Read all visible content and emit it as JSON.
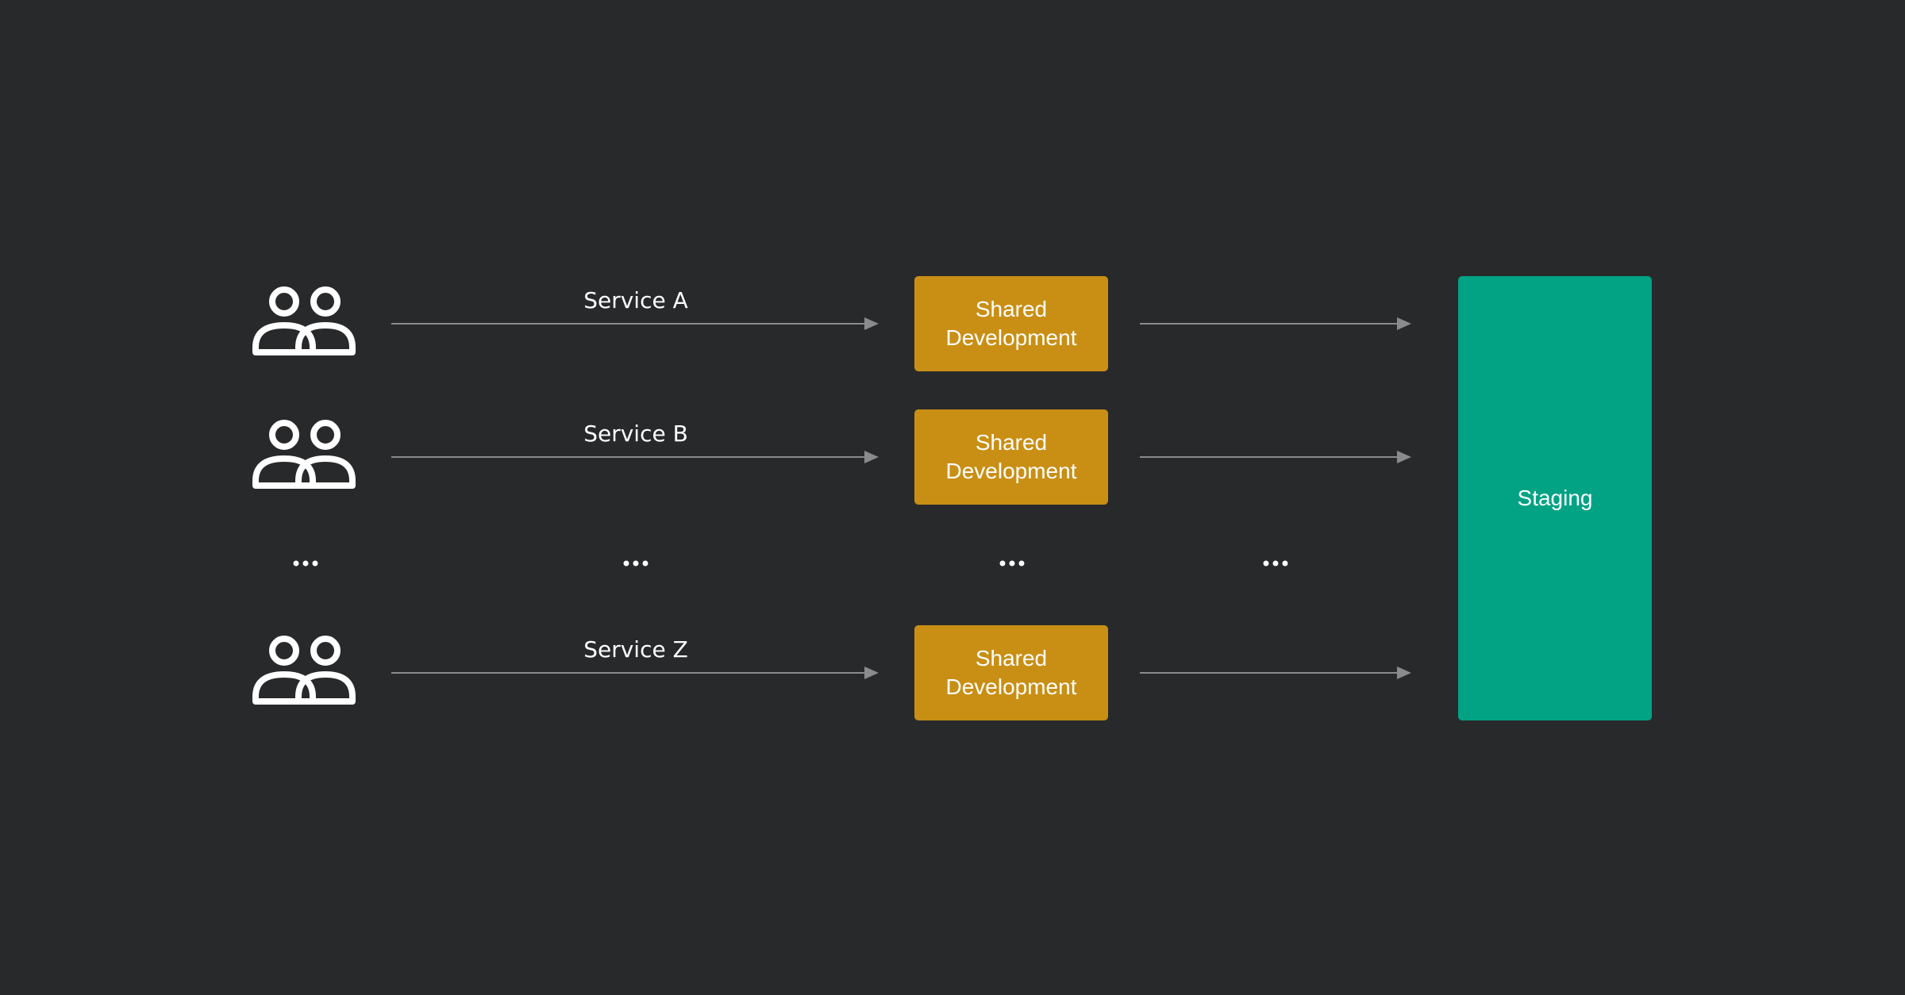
{
  "colors": {
    "background": "#28292b",
    "shared_dev": "#c98f14",
    "staging": "#02a384",
    "arrow": "#8a8b8d",
    "icon": "#ffffff",
    "text": "#ffffff"
  },
  "rows": [
    {
      "service": "Service A",
      "dev_label": "Shared\nDevelopment",
      "team_icon": "people-group-icon"
    },
    {
      "service": "Service B",
      "dev_label": "Shared\nDevelopment",
      "team_icon": "people-group-icon"
    },
    {
      "service": "Service Z",
      "dev_label": "Shared\nDevelopment",
      "team_icon": "people-group-icon"
    }
  ],
  "staging": {
    "label": "Staging"
  },
  "ellipsis": "..."
}
